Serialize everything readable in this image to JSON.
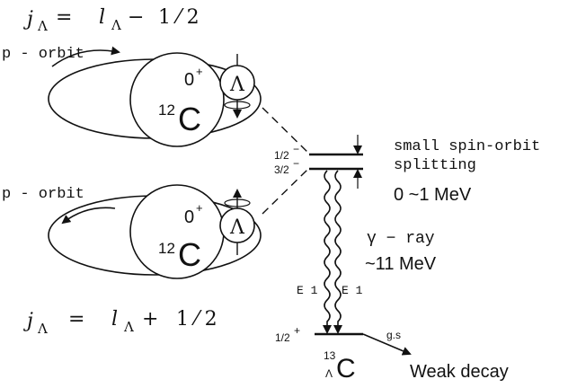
{
  "top_config": {
    "j": "j",
    "sub": "Λ",
    "eq": "=",
    "l": "l",
    "op": "−",
    "half": "1 ⁄ 2"
  },
  "top_orbit": {
    "label": "p - orbit",
    "core_charge": "0",
    "core_parity": "+",
    "core_mass": "12",
    "core_element": "C",
    "hyperon": "Λ"
  },
  "bottom_orbit": {
    "label": "p - orbit",
    "core_charge": "0",
    "core_parity": "+",
    "core_mass": "12",
    "core_element": "C",
    "hyperon": "Λ"
  },
  "bottom_config": {
    "j": "j",
    "sub": "Λ",
    "eq": "=",
    "l": "l",
    "op": "+",
    "half": "1 ⁄ 2"
  },
  "levels": {
    "upper": "1/2",
    "upper_parity": "−",
    "lower": "3/2",
    "lower_parity": "−",
    "ground": "1/2",
    "ground_parity": "+"
  },
  "splitting": {
    "line1": "small spin-orbit",
    "line2": "splitting",
    "range": "0 ~1 MeV"
  },
  "gamma": {
    "label": "γ − ray",
    "energy": "~11 MeV",
    "transition_left": "E 1",
    "transition_right": "E 1"
  },
  "ground_state": {
    "mass": "13",
    "sub": "Λ",
    "element": "C",
    "gs_label": "g.s",
    "decay": "Weak decay"
  }
}
